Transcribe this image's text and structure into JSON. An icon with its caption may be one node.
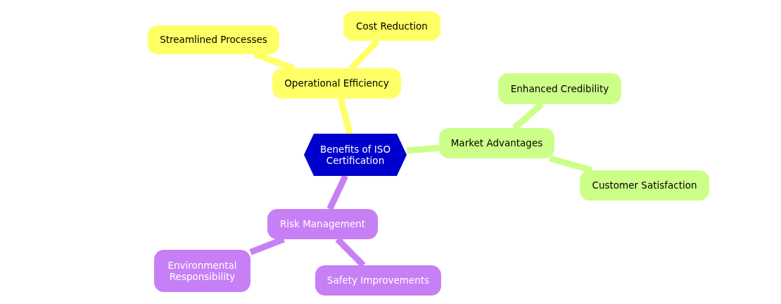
{
  "diagram": {
    "nodes": [
      {
        "text": [
          "Benefits of ISO Certification"
        ]
      },
      {
        "text": [
          "Operational Efficiency"
        ]
      },
      {
        "text": [
          "Streamlined Processes"
        ]
      },
      {
        "text": [
          "Cost Reduction"
        ]
      },
      {
        "text": [
          "Market Advantages"
        ]
      },
      {
        "text": [
          "Enhanced Credibility"
        ]
      },
      {
        "text": [
          "Customer Satisfaction"
        ]
      },
      {
        "text": [
          "Risk Management"
        ]
      },
      {
        "text": [
          "Environmental Responsibility"
        ]
      },
      {
        "text": [
          "Safety Improvements"
        ]
      }
    ],
    "edges": [
      {
        "from": 0,
        "to": 1,
        "arrow": "none",
        "color": "#ffff66"
      },
      {
        "from": 1,
        "to": 2,
        "arrow": "none",
        "color": "#ffff66"
      },
      {
        "from": 1,
        "to": 3,
        "arrow": "none",
        "color": "#ffff66"
      },
      {
        "from": 0,
        "to": 4,
        "arrow": "none",
        "color": "#ccff88"
      },
      {
        "from": 4,
        "to": 5,
        "arrow": "none",
        "color": "#ccff88"
      },
      {
        "from": 4,
        "to": 6,
        "arrow": "none",
        "color": "#ccff88"
      },
      {
        "from": 0,
        "to": 7,
        "arrow": "none",
        "color": "#c77ff5"
      },
      {
        "from": 7,
        "to": 8,
        "arrow": "none",
        "color": "#c77ff5"
      },
      {
        "from": 7,
        "to": 9,
        "arrow": "none",
        "color": "#c77ff5"
      }
    ]
  }
}
